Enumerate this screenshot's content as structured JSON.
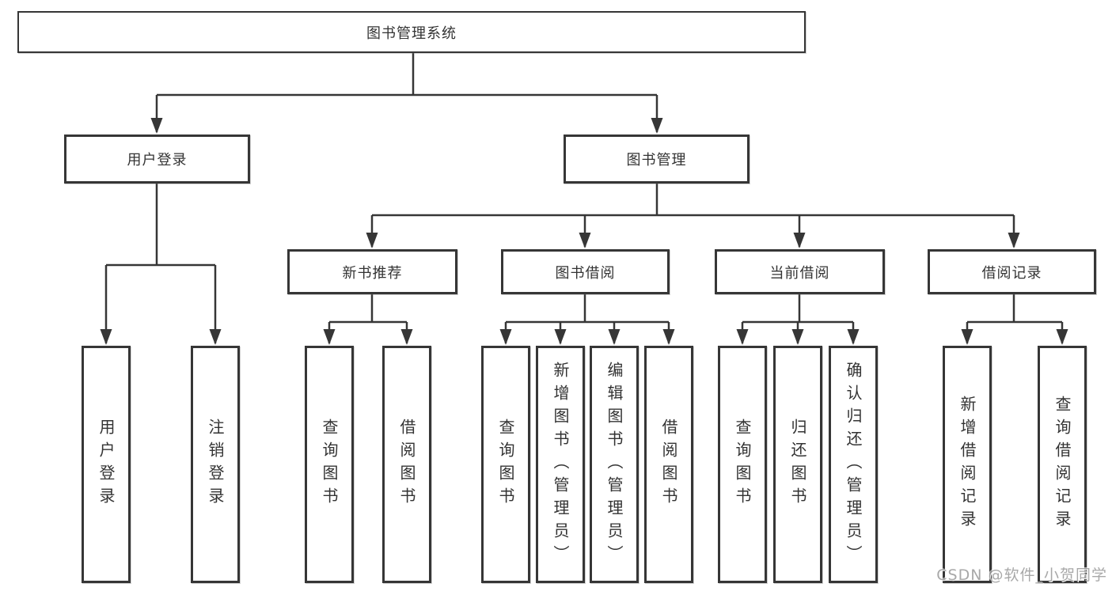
{
  "diagram": {
    "root": {
      "label": "图书管理系统"
    },
    "level2": [
      {
        "label": "用户登录"
      },
      {
        "label": "图书管理"
      }
    ],
    "level3": [
      {
        "label": "新书推荐"
      },
      {
        "label": "图书借阅"
      },
      {
        "label": "当前借阅"
      },
      {
        "label": "借阅记录"
      }
    ],
    "leaves": [
      {
        "label": "用户登录"
      },
      {
        "label": "注销登录"
      },
      {
        "label": "查询图书"
      },
      {
        "label": "借阅图书"
      },
      {
        "label": "查询图书"
      },
      {
        "label": "新增图书（管理员）"
      },
      {
        "label": "编辑图书（管理员）"
      },
      {
        "label": "借阅图书"
      },
      {
        "label": "查询图书"
      },
      {
        "label": "归还图书"
      },
      {
        "label": "确认归还（管理员）"
      },
      {
        "label": "新增借阅记录"
      },
      {
        "label": "查询借阅记录"
      }
    ]
  },
  "watermark": {
    "text": "CSDN @软件_小贺同学"
  },
  "colors": {
    "line": "#363636",
    "text": "#333333",
    "background": "#ffffff",
    "watermark": "#9e9e9e"
  }
}
